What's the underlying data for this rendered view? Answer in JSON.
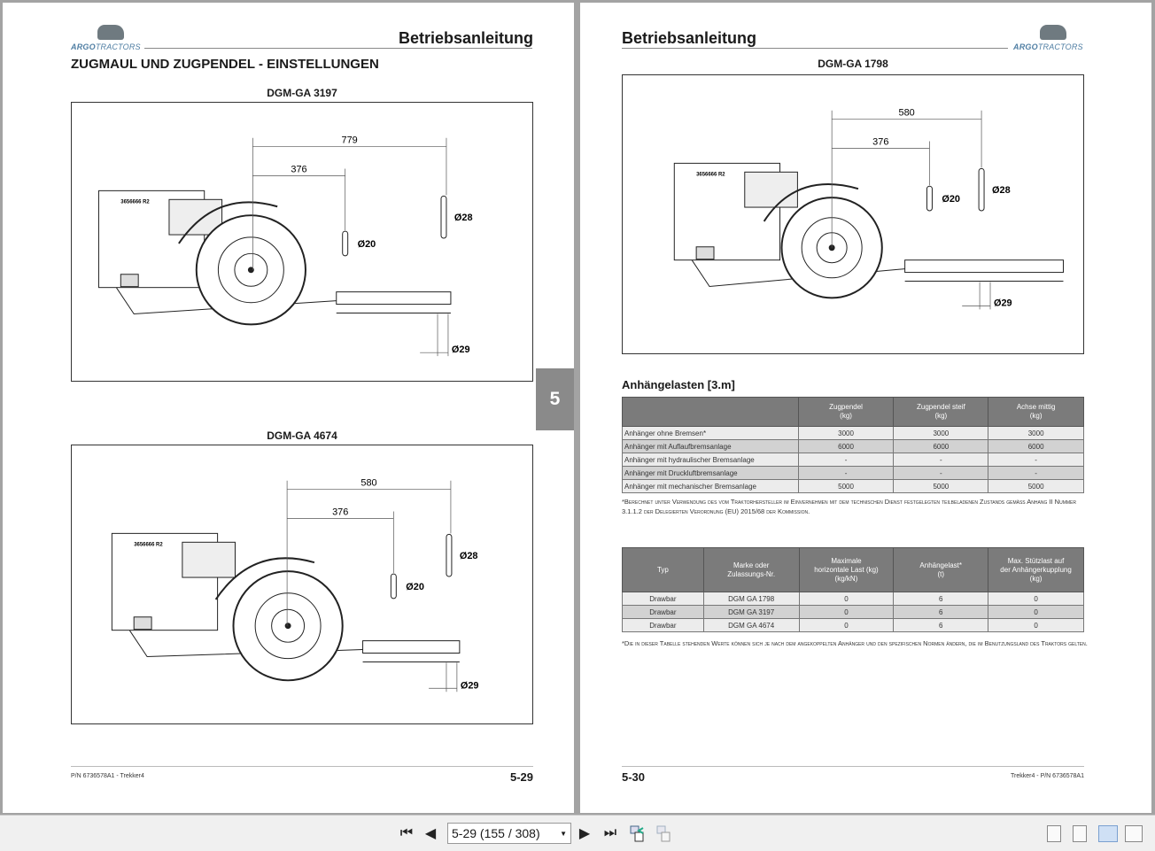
{
  "brand": {
    "bold": "ARGO",
    "light": "TRACTORS"
  },
  "left_page": {
    "header_title": "Betriebsanleitung",
    "section_title": "ZUGMAUL UND ZUGPENDEL - EINSTELLUNGEN",
    "diagram1": {
      "caption": "DGM-GA 3197",
      "dim_outer": "779",
      "dim_inner": "376",
      "pin_small": "Ø20",
      "pin_large": "Ø28",
      "hitch": "Ø29",
      "serial": "3656666 R2"
    },
    "diagram2": {
      "caption": "DGM-GA 4674",
      "dim_outer": "580",
      "dim_inner": "376",
      "pin_small": "Ø20",
      "pin_large": "Ø28",
      "hitch": "Ø29",
      "serial": "3656666 R2"
    },
    "chapter_tab": "5",
    "footer_left": "P/N 6736578A1 - Trekker4",
    "page_number": "5-29"
  },
  "right_page": {
    "header_title": "Betriebsanleitung",
    "diagram": {
      "caption": "DGM-GA 1798",
      "dim_outer": "580",
      "dim_inner": "376",
      "pin_small": "Ø20",
      "pin_large": "Ø28",
      "hitch": "Ø29",
      "serial": "3656666 R2"
    },
    "loads_title": "Anhängelasten [3.m]",
    "loads_table": {
      "headers": [
        "",
        "Zugpendel\n(kg)",
        "Zugpendel steif\n(kg)",
        "Achse mittig\n(kg)"
      ],
      "rows": [
        [
          "Anhänger ohne Bremsen*",
          "3000",
          "3000",
          "3000"
        ],
        [
          "Anhänger mit Auflaufbremsanlage",
          "6000",
          "6000",
          "6000"
        ],
        [
          "Anhänger mit hydraulischer Bremsanlage",
          "-",
          "-",
          "-"
        ],
        [
          "Anhänger mit Druckluftbremsanlage",
          "-",
          "-",
          "-"
        ],
        [
          "Anhänger mit mechanischer Bremsanlage",
          "5000",
          "5000",
          "5000"
        ]
      ],
      "note": "*Berechnet unter Verwendung des vom Traktorhersteller im Einvernehmen mit dem technischen Dienst festgelegten teilbeladenen Zustands gemäss Anhang II Nummer 3.1.1.2 der Delegierten Verordnung (EU) 2015/68 der Kommission."
    },
    "type_table": {
      "headers": [
        "Typ",
        "Marke oder\nZulassungs-Nr.",
        "Maximale\nhorizontale Last (kg)\n(kg/kN)",
        "Anhängelast*\n(t)",
        "Max. Stützlast auf\nder Anhängerkupplung\n(kg)"
      ],
      "rows": [
        [
          "Drawbar",
          "DGM GA 1798",
          "0",
          "6",
          "0"
        ],
        [
          "Drawbar",
          "DGM GA 3197",
          "0",
          "6",
          "0"
        ],
        [
          "Drawbar",
          "DGM GA 4674",
          "0",
          "6",
          "0"
        ]
      ],
      "note": "*Die in dieser Tabelle stehenden Werte können sich je nach dem angekoppelten Anhänger und den spezifischen Normen ändern, die im Benutzungsland des Traktors gelten."
    },
    "footer_right": "Trekker4 - P/N 6736578A1",
    "page_number": "5-30"
  },
  "toolbar": {
    "page_select": "5-29 (155 / 308)"
  }
}
